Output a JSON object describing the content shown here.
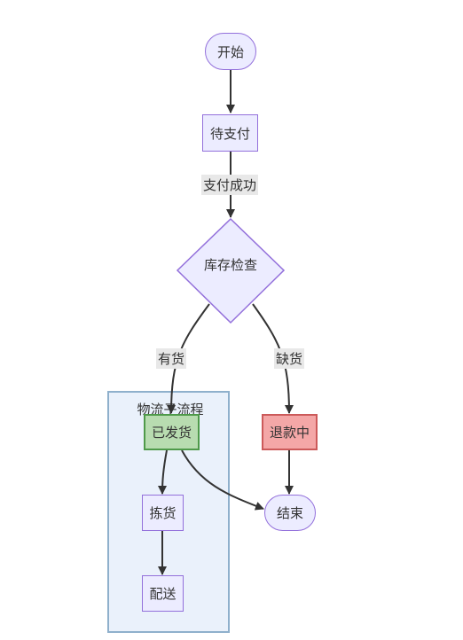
{
  "diagram": {
    "nodes": {
      "start": "开始",
      "pending_payment": "待支付",
      "inventory_check": "库存检查",
      "shipped": "已发货",
      "refunding": "退款中",
      "picking": "拣货",
      "delivery": "配送",
      "end": "结束"
    },
    "edge_labels": {
      "payment_success": "支付成功",
      "in_stock": "有货",
      "out_of_stock": "缺货"
    },
    "subgraph_title": "物流子流程",
    "colors": {
      "node_fill": "#ececff",
      "node_stroke": "#9370db",
      "shipped_fill": "#b8dcb0",
      "shipped_stroke": "#4f9a4a",
      "refund_fill": "#f4a7a7",
      "refund_stroke": "#cc5a5a",
      "subgraph_fill": "#eaf1fb",
      "subgraph_stroke": "#8fb0cc",
      "edge": "#333333"
    }
  }
}
